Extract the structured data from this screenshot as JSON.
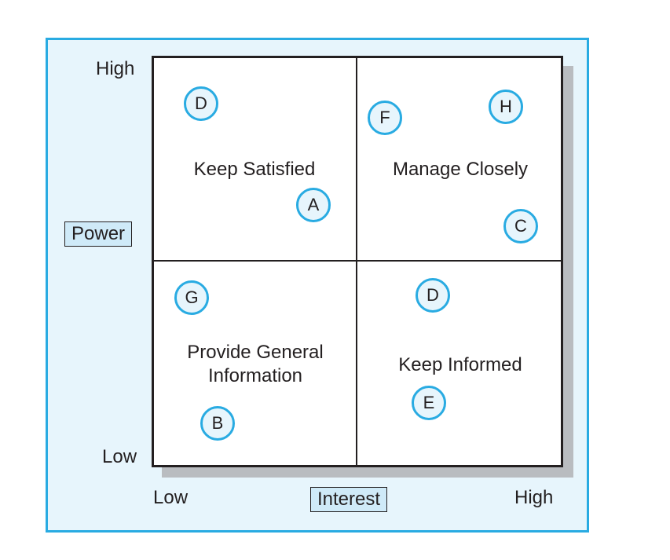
{
  "diagram": {
    "y_axis": {
      "title": "Power",
      "high": "High",
      "low": "Low"
    },
    "x_axis": {
      "title": "Interest",
      "low": "Low",
      "high": "High"
    },
    "quadrants": {
      "top_left": "Keep Satisfied",
      "top_right": "Manage Closely",
      "bottom_left": "Provide General\nInformation",
      "bottom_right": "Keep Informed"
    },
    "stakeholders": [
      {
        "label": "D",
        "quadrant": "Keep Satisfied"
      },
      {
        "label": "A",
        "quadrant": "Keep Satisfied"
      },
      {
        "label": "F",
        "quadrant": "Manage Closely"
      },
      {
        "label": "H",
        "quadrant": "Manage Closely"
      },
      {
        "label": "C",
        "quadrant": "Manage Closely"
      },
      {
        "label": "G",
        "quadrant": "Provide General Information"
      },
      {
        "label": "B",
        "quadrant": "Provide General Information"
      },
      {
        "label": "D",
        "quadrant": "Keep Informed"
      },
      {
        "label": "E",
        "quadrant": "Keep Informed"
      }
    ],
    "colors": {
      "marker_border": "#29abe2",
      "frame_border": "#29abe2",
      "frame_fill": "#e7f5fc",
      "label_fill": "#cfeaf8"
    }
  }
}
